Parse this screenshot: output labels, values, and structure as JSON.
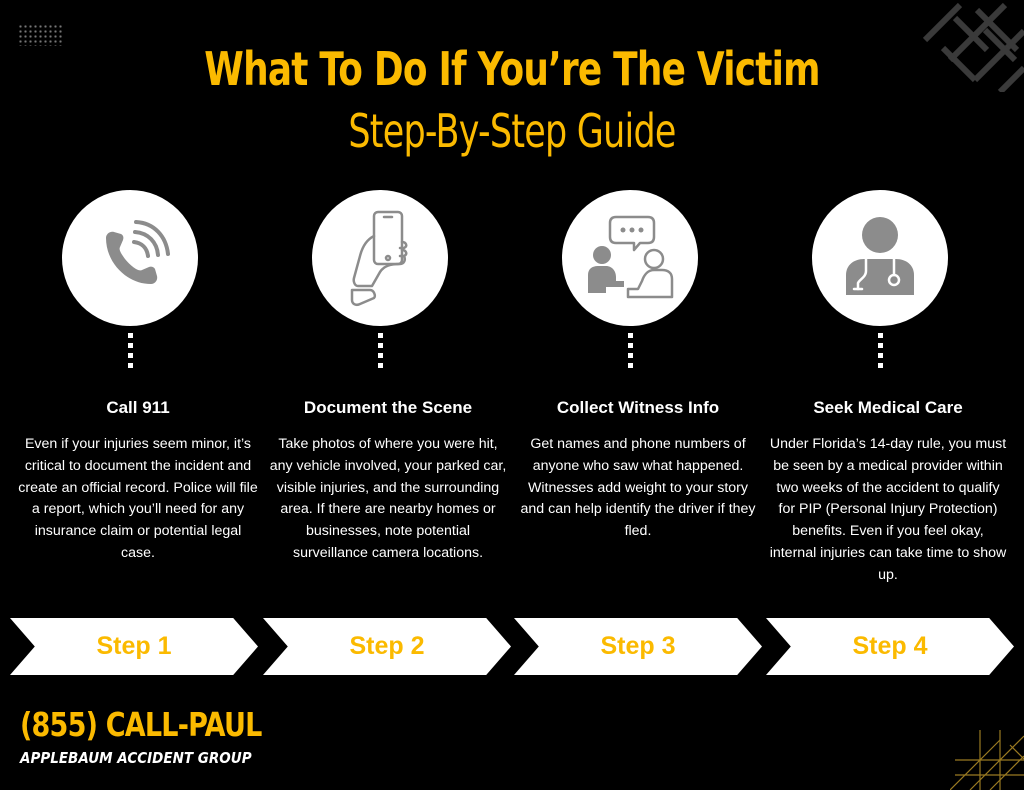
{
  "header": {
    "title": "What To Do If You’re The Victim",
    "subtitle": "Step-By-Step Guide"
  },
  "steps": [
    {
      "icon": "phone-call-icon",
      "title": "Call 911",
      "description": "Even if your injuries seem minor, it’s critical to document the incident and create an official record. Police will file a report, which you’ll need for any insurance claim or potential legal case.",
      "label": "Step 1"
    },
    {
      "icon": "hand-holding-phone-icon",
      "title": "Document the Scene",
      "description": "Take photos of where you were hit, any vehicle involved, your parked car, visible injuries, and the surrounding area. If there are nearby homes or businesses, note potential surveillance camera locations.",
      "label": "Step 2"
    },
    {
      "icon": "people-talking-icon",
      "title": "Collect Witness Info",
      "description": "Get names and phone numbers of anyone who saw what happened. Witnesses add weight to your story and can help identify the driver if they fled.",
      "label": "Step 3"
    },
    {
      "icon": "doctor-icon",
      "title": "Seek Medical Care",
      "description": "Under Florida’s 14-day rule, you must be seen by a medical provider within two weeks of the accident to qualify for PIP (Personal Injury Protection) benefits. Even if you feel okay, internal injuries can take time to show up.",
      "label": "Step 4"
    }
  ],
  "footer": {
    "phone": "(855) CALL-PAUL",
    "company": "APPLEBAUM ACCIDENT GROUP"
  },
  "colors": {
    "accent": "#FBBA00",
    "background": "#000000",
    "icon_gray": "#8C8C8C"
  }
}
